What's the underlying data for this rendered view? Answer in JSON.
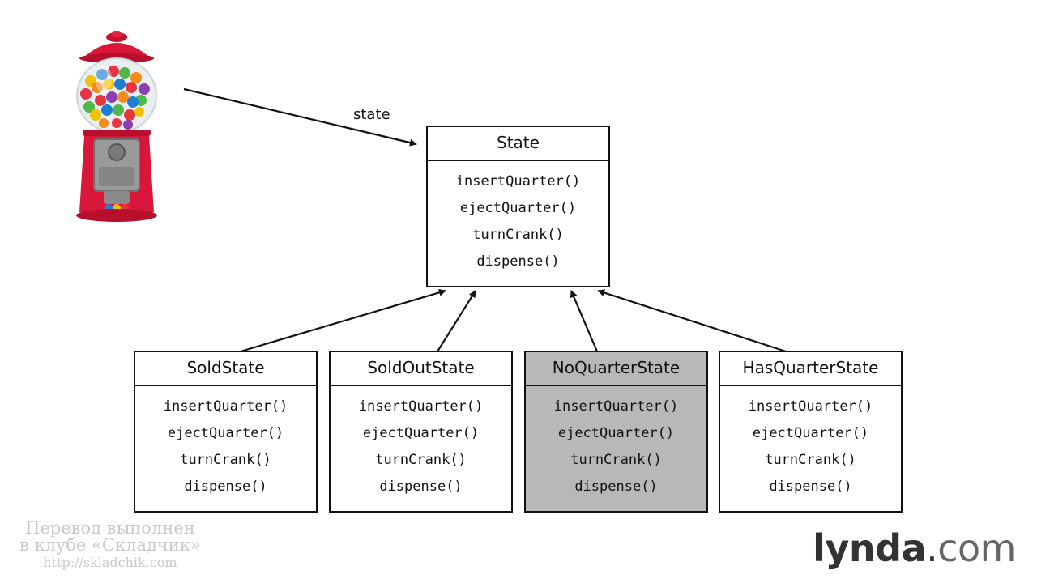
{
  "association": {
    "label": "state"
  },
  "parent": {
    "id": "State",
    "title": "State",
    "methods": [
      "insertQuarter()",
      "ejectQuarter()",
      "turnCrank()",
      "dispense()"
    ]
  },
  "children": [
    {
      "title": "SoldState",
      "highlighted": false,
      "methods": [
        "insertQuarter()",
        "ejectQuarter()",
        "turnCrank()",
        "dispense()"
      ]
    },
    {
      "title": "SoldOutState",
      "highlighted": false,
      "methods": [
        "insertQuarter()",
        "ejectQuarter()",
        "turnCrank()",
        "dispense()"
      ]
    },
    {
      "title": "NoQuarterState",
      "highlighted": true,
      "methods": [
        "insertQuarter()",
        "ejectQuarter()",
        "turnCrank()",
        "dispense()"
      ]
    },
    {
      "title": "HasQuarterState",
      "highlighted": false,
      "methods": [
        "insertQuarter()",
        "ejectQuarter()",
        "turnCrank()",
        "dispense()"
      ]
    }
  ],
  "illustration": {
    "subject": "gumball-machine"
  },
  "watermark": {
    "line1": "Перевод выполнен",
    "line2": "в клубе «Складчик»",
    "line3": "http://skladchik.com"
  },
  "brand": {
    "name": "lynda",
    "dot": ".",
    "tld": "com"
  },
  "colors": {
    "highlight": "#b8b7b9",
    "ink": "#111111",
    "gumballRed": "#d8173a"
  }
}
